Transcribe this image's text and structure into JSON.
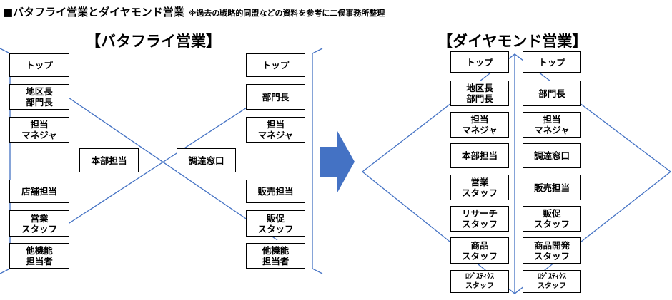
{
  "header": {
    "title": "■バタフライ営業とダイヤモンド営業",
    "note": "※過去の戦略的同盟などの資料を参考に二俣事務所整理"
  },
  "butterfly": {
    "title": "【バタフライ営業】",
    "left": [
      "トップ",
      "地区長\n部門長",
      "担当\nマネジャ",
      "店舗担当",
      "営業\nスタッフ",
      "他機能\n担当者"
    ],
    "center_left": "本部担当",
    "center_right": "調達窓口",
    "right": [
      "トップ",
      "部門長",
      "担当\nマネジャ",
      "販売担当",
      "販促\nスタッフ",
      "他機能\n担当者"
    ]
  },
  "arrow_color": "#4472C4",
  "line_color": "#4472C4",
  "diamond": {
    "title": "【ダイヤモンド営業】",
    "left": [
      "トップ",
      "地区長\n部門長",
      "担当\nマネジャ",
      "本部担当",
      "営業\nスタッフ",
      "リサーチ\nスタッフ",
      "商品\nスタッフ",
      "ﾛｼﾞｽﾃｨｸｽ\nスタッフ"
    ],
    "right": [
      "トップ",
      "部門長",
      "担当\nマネジャ",
      "調達窓口",
      "販売担当",
      "販促\nスタッフ",
      "商品開発\nスタッフ",
      "ﾛｼﾞｽﾃｨｸｽ\nスタッフ"
    ]
  }
}
